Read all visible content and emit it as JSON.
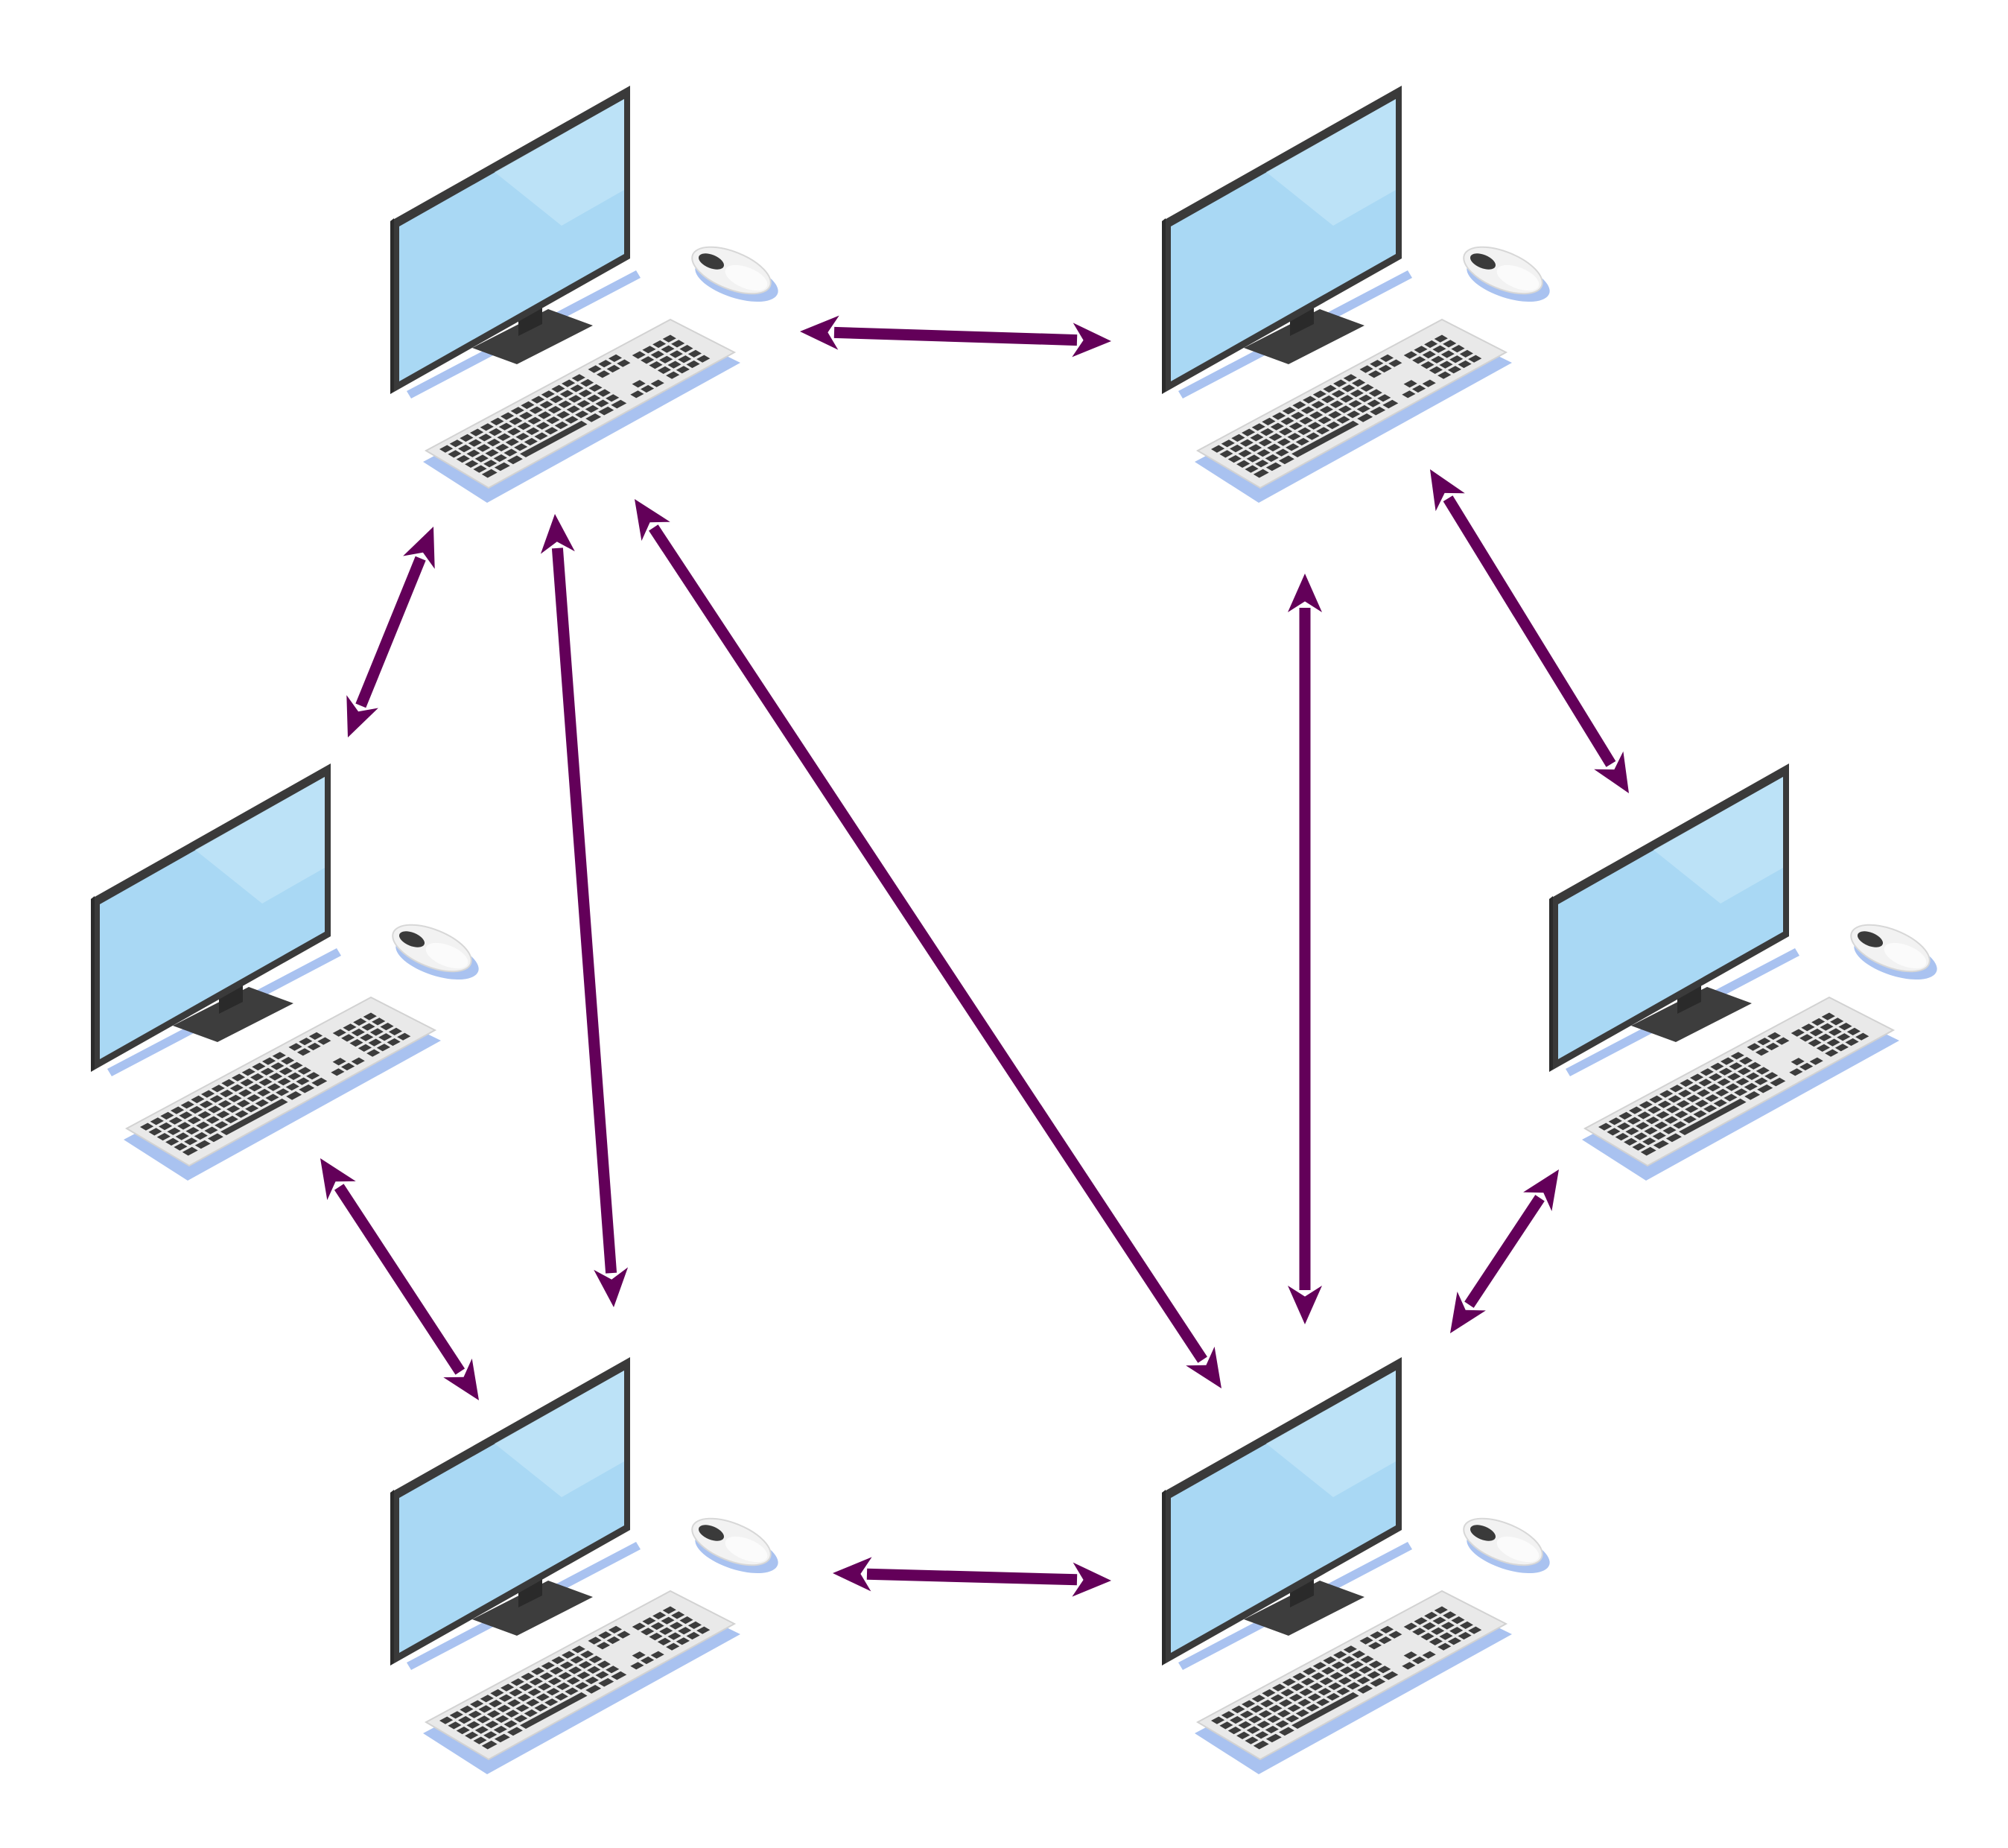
{
  "diagram": {
    "colors": {
      "background": "#ffffff",
      "link": "#630059",
      "screen": "#a9d8f4",
      "screen_highlight": "#c3e6f8",
      "bezel": "#3a3a3a",
      "stand": "#3d3d3d",
      "shadow": "#a9c2f0",
      "keyboard_body": "#e9e9e9",
      "key": "#3c3c3c",
      "mouse_body": "#f2f2f2",
      "mouse_accent": "#3a3a3a"
    },
    "nodes": [
      {
        "id": "computer-top-left",
        "icon": "desktop-computer-icon"
      },
      {
        "id": "computer-top-right",
        "icon": "desktop-computer-icon"
      },
      {
        "id": "computer-middle-left",
        "icon": "desktop-computer-icon"
      },
      {
        "id": "computer-middle-right",
        "icon": "desktop-computer-icon"
      },
      {
        "id": "computer-bottom-left",
        "icon": "desktop-computer-icon"
      },
      {
        "id": "computer-bottom-right",
        "icon": "desktop-computer-icon"
      }
    ],
    "links": [
      {
        "from": "computer-top-left",
        "to": "computer-top-right",
        "direction": "bidirectional"
      },
      {
        "from": "computer-top-left",
        "to": "computer-middle-left",
        "direction": "bidirectional"
      },
      {
        "from": "computer-top-left",
        "to": "computer-bottom-left",
        "direction": "bidirectional"
      },
      {
        "from": "computer-top-left",
        "to": "computer-bottom-right",
        "direction": "bidirectional"
      },
      {
        "from": "computer-top-right",
        "to": "computer-bottom-right",
        "direction": "bidirectional"
      },
      {
        "from": "computer-top-right",
        "to": "computer-middle-right",
        "direction": "bidirectional"
      },
      {
        "from": "computer-middle-left",
        "to": "computer-bottom-left",
        "direction": "bidirectional"
      },
      {
        "from": "computer-middle-right",
        "to": "computer-bottom-right",
        "direction": "bidirectional"
      },
      {
        "from": "computer-bottom-left",
        "to": "computer-bottom-right",
        "direction": "bidirectional"
      }
    ]
  }
}
